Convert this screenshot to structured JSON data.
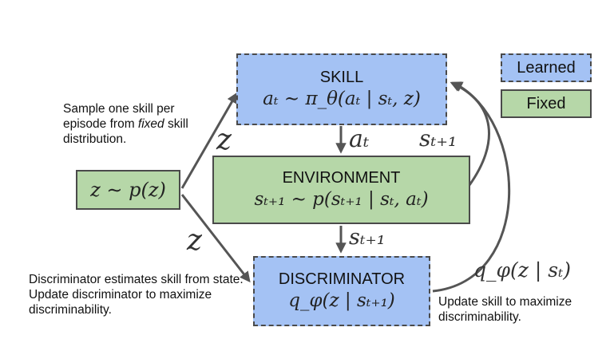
{
  "legend": {
    "learned_label": "Learned",
    "fixed_label": "Fixed"
  },
  "skill": {
    "title": "SKILL",
    "equation": "aₜ ∼ π_θ(aₜ | sₜ, z)"
  },
  "environment": {
    "title": "ENVIRONMENT",
    "equation": "sₜ₊₁ ∼ p(sₜ₊₁ | sₜ, aₜ)"
  },
  "discriminator": {
    "title": "DISCRIMINATOR",
    "equation": "q_φ(z | sₜ₊₁)"
  },
  "prior": {
    "equation": "z ∼ p(z)"
  },
  "edge_labels": {
    "z_upper": "z",
    "z_lower": "z",
    "action": "aₜ",
    "next_state_to_skill": "sₜ₊₁",
    "next_state_to_disc": "sₜ₊₁",
    "reward": "q_φ(z | sₜ)"
  },
  "notes": {
    "sample_skill_prefix": "Sample one skill per episode from ",
    "sample_skill_emph": "fixed",
    "sample_skill_suffix": " skill distribution.",
    "discriminator_note": "Discriminator estimates skill from state. Update discriminator to maximize discriminability.",
    "update_skill_note": "Update skill to maximize discriminability."
  },
  "colors": {
    "learned_fill": "#a4c2f4",
    "fixed_fill": "#b6d7a8",
    "border": "#4a4a4a",
    "arrow": "#555555"
  }
}
